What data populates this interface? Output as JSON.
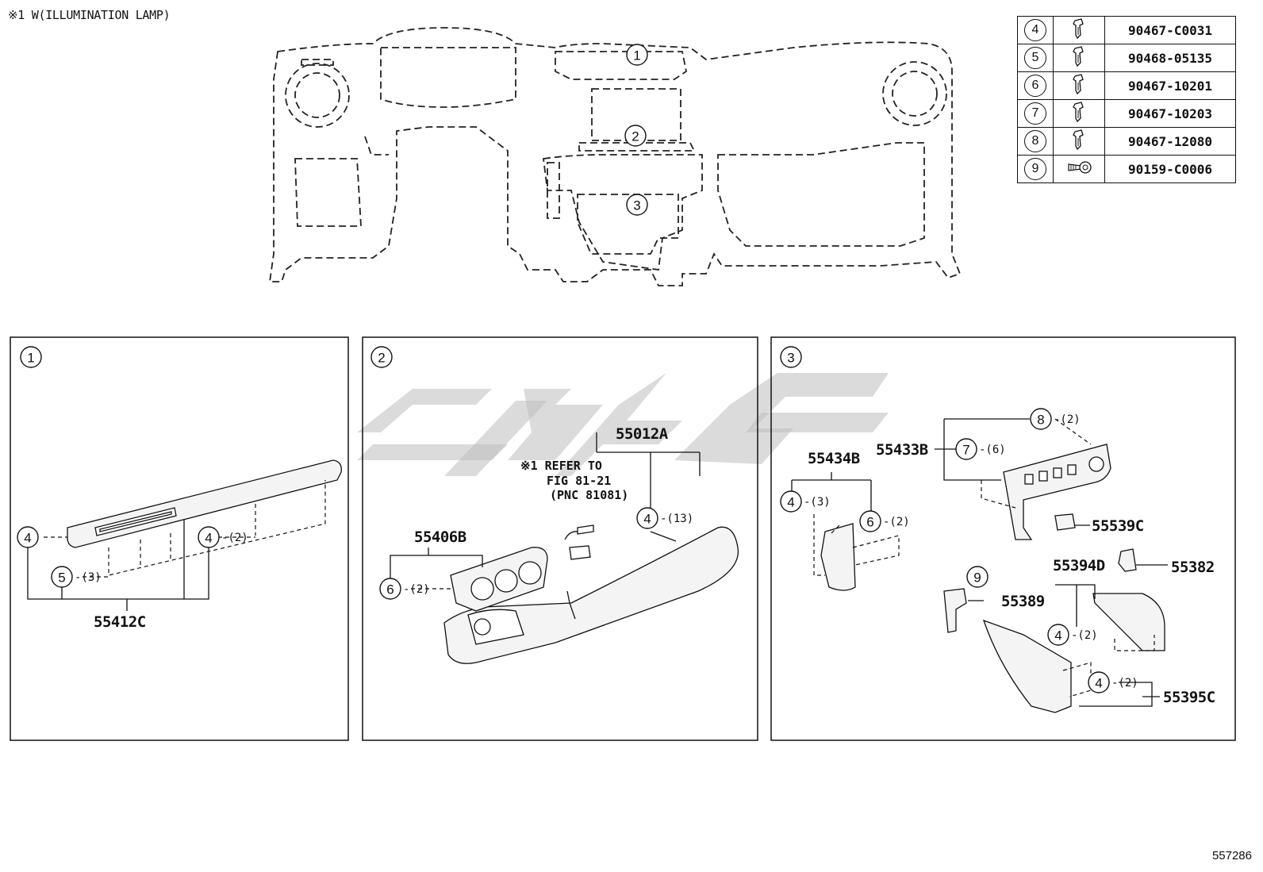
{
  "header_note": "※1 W(ILLUMINATION LAMP)",
  "page_id": "557286",
  "fasteners": [
    {
      "ref": "4",
      "icon": "clip-icon",
      "part_no": "90467-C0031"
    },
    {
      "ref": "5",
      "icon": "clip-icon",
      "part_no": "90468-05135"
    },
    {
      "ref": "6",
      "icon": "clip-icon",
      "part_no": "90467-10201"
    },
    {
      "ref": "7",
      "icon": "clip-icon",
      "part_no": "90467-10203"
    },
    {
      "ref": "8",
      "icon": "clip-icon",
      "part_no": "90467-12080"
    },
    {
      "ref": "9",
      "icon": "screw-icon",
      "part_no": "90159-C0006"
    }
  ],
  "overview": {
    "callouts": [
      "1",
      "2",
      "3"
    ]
  },
  "panel1": {
    "number": "1",
    "part": "55412C",
    "callouts": [
      {
        "ref": "4",
        "qty": ""
      },
      {
        "ref": "5",
        "qty": "-(3)"
      },
      {
        "ref": "4",
        "qty": "-(2)"
      }
    ]
  },
  "panel2": {
    "number": "2",
    "parts": [
      "55012A",
      "55406B"
    ],
    "refer_note": [
      "※1 REFER TO",
      "FIG 81-21",
      "(PNC 81081)"
    ],
    "callouts": [
      {
        "ref": "4",
        "qty": "-(13)"
      },
      {
        "ref": "6",
        "qty": "-(2)"
      }
    ]
  },
  "panel3": {
    "number": "3",
    "parts": [
      "55434B",
      "55433B",
      "55539C",
      "55394D",
      "55382",
      "55389",
      "55395C"
    ],
    "callouts": [
      {
        "ref": "8",
        "qty": "-(2)"
      },
      {
        "ref": "7",
        "qty": "-(6)"
      },
      {
        "ref": "4",
        "qty": "-(3)"
      },
      {
        "ref": "6",
        "qty": "-(2)"
      },
      {
        "ref": "9",
        "qty": ""
      },
      {
        "ref": "4",
        "qty": "-(2)"
      },
      {
        "ref": "4",
        "qty": "-(2)"
      }
    ]
  },
  "colors": {
    "ink": "#111111",
    "watermark": "#bdbdbd",
    "background": "#ffffff"
  }
}
